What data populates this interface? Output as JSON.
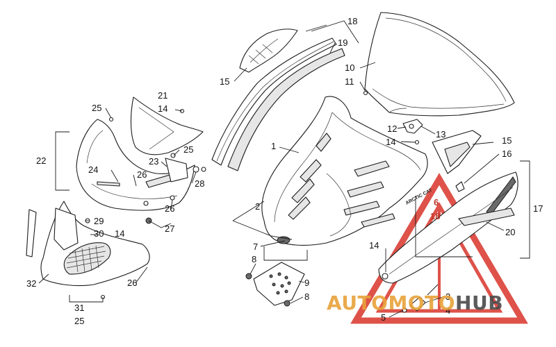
{
  "diagram": {
    "brand_decal": "ARCTIC CAT",
    "watermark": {
      "part1": "AUTO",
      "part2": "MOTO",
      "part3": "HUB",
      "color_orange": "#e8a33a",
      "color_grey": "#4a4a4a",
      "color_red": "#d9342b"
    },
    "callouts": {
      "c1": "1",
      "c2": "2",
      "c3": "3",
      "c4": "4",
      "c5": "5",
      "c6": "6",
      "c7": "7",
      "c8a": "8",
      "c8b": "8",
      "c9": "9",
      "c10": "10",
      "c11": "11",
      "c12": "12",
      "c13": "13",
      "c14a": "14",
      "c14b": "14",
      "c14c": "14",
      "c14d": "14",
      "c15a": "15",
      "c15b": "15",
      "c16": "16",
      "c17": "17",
      "c18a": "18",
      "c18b": "18",
      "c19": "19",
      "c20": "20",
      "c21": "21",
      "c22": "22",
      "c23": "23",
      "c24": "24",
      "c25a": "25",
      "c25b": "25",
      "c25c": "25",
      "c26a": "26",
      "c26b": "26",
      "c26c": "26",
      "c27": "27",
      "c28": "28",
      "c29": "29",
      "c30": "30",
      "c31": "31",
      "c32": "32"
    }
  }
}
